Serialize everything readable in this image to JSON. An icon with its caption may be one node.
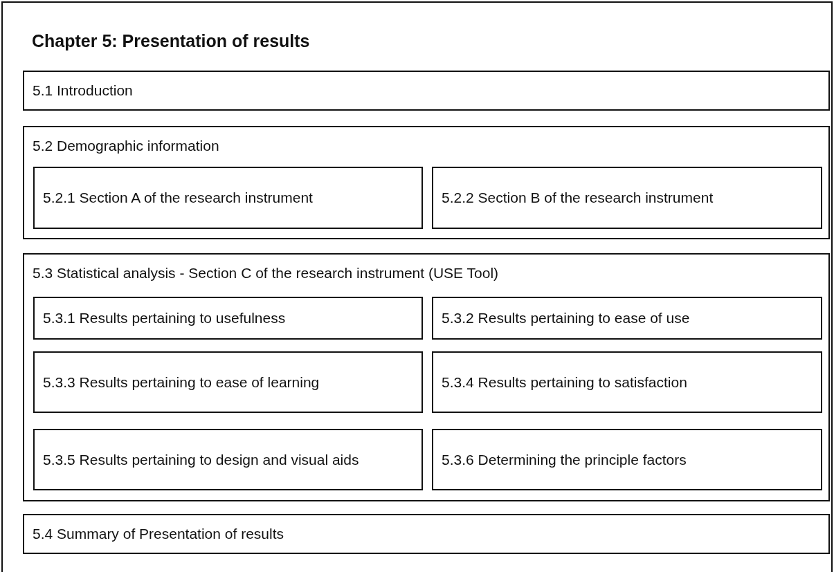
{
  "diagram": {
    "nodes": [
      {
        "text": [
          "Chapter 5: Presentation of results"
        ]
      },
      {
        "text": [
          "5.1 Introduction"
        ],
        "in": 0
      },
      {
        "text": [
          "5.2 Demographic information"
        ],
        "in": 0
      },
      {
        "text": [
          "5.2.1 Section A of the research instrument"
        ],
        "in": 2
      },
      {
        "text": [
          "5.2.2 Section B of the research instrument"
        ],
        "in": 2
      },
      {
        "text": [
          "5.3 Statistical analysis - Section C of the research instrument (USE Tool)"
        ],
        "in": 0
      },
      {
        "text": [
          "5.3.1 Results pertaining to usefulness"
        ],
        "in": 5
      },
      {
        "text": [
          "5.3.2 Results pertaining to ease of use"
        ],
        "in": 5
      },
      {
        "text": [
          "5.3.3 Results pertaining to ease of learning"
        ],
        "in": 5
      },
      {
        "text": [
          "5.3.4 Results pertaining to satisfaction"
        ],
        "in": 5
      },
      {
        "text": [
          "5.3.5 Results pertaining to design and visual aids"
        ],
        "in": 5
      },
      {
        "text": [
          "5.3.6 Determining the principle factors"
        ],
        "in": 5
      },
      {
        "text": [
          "5.4 Summary of Presentation of results"
        ],
        "in": 0
      }
    ]
  }
}
